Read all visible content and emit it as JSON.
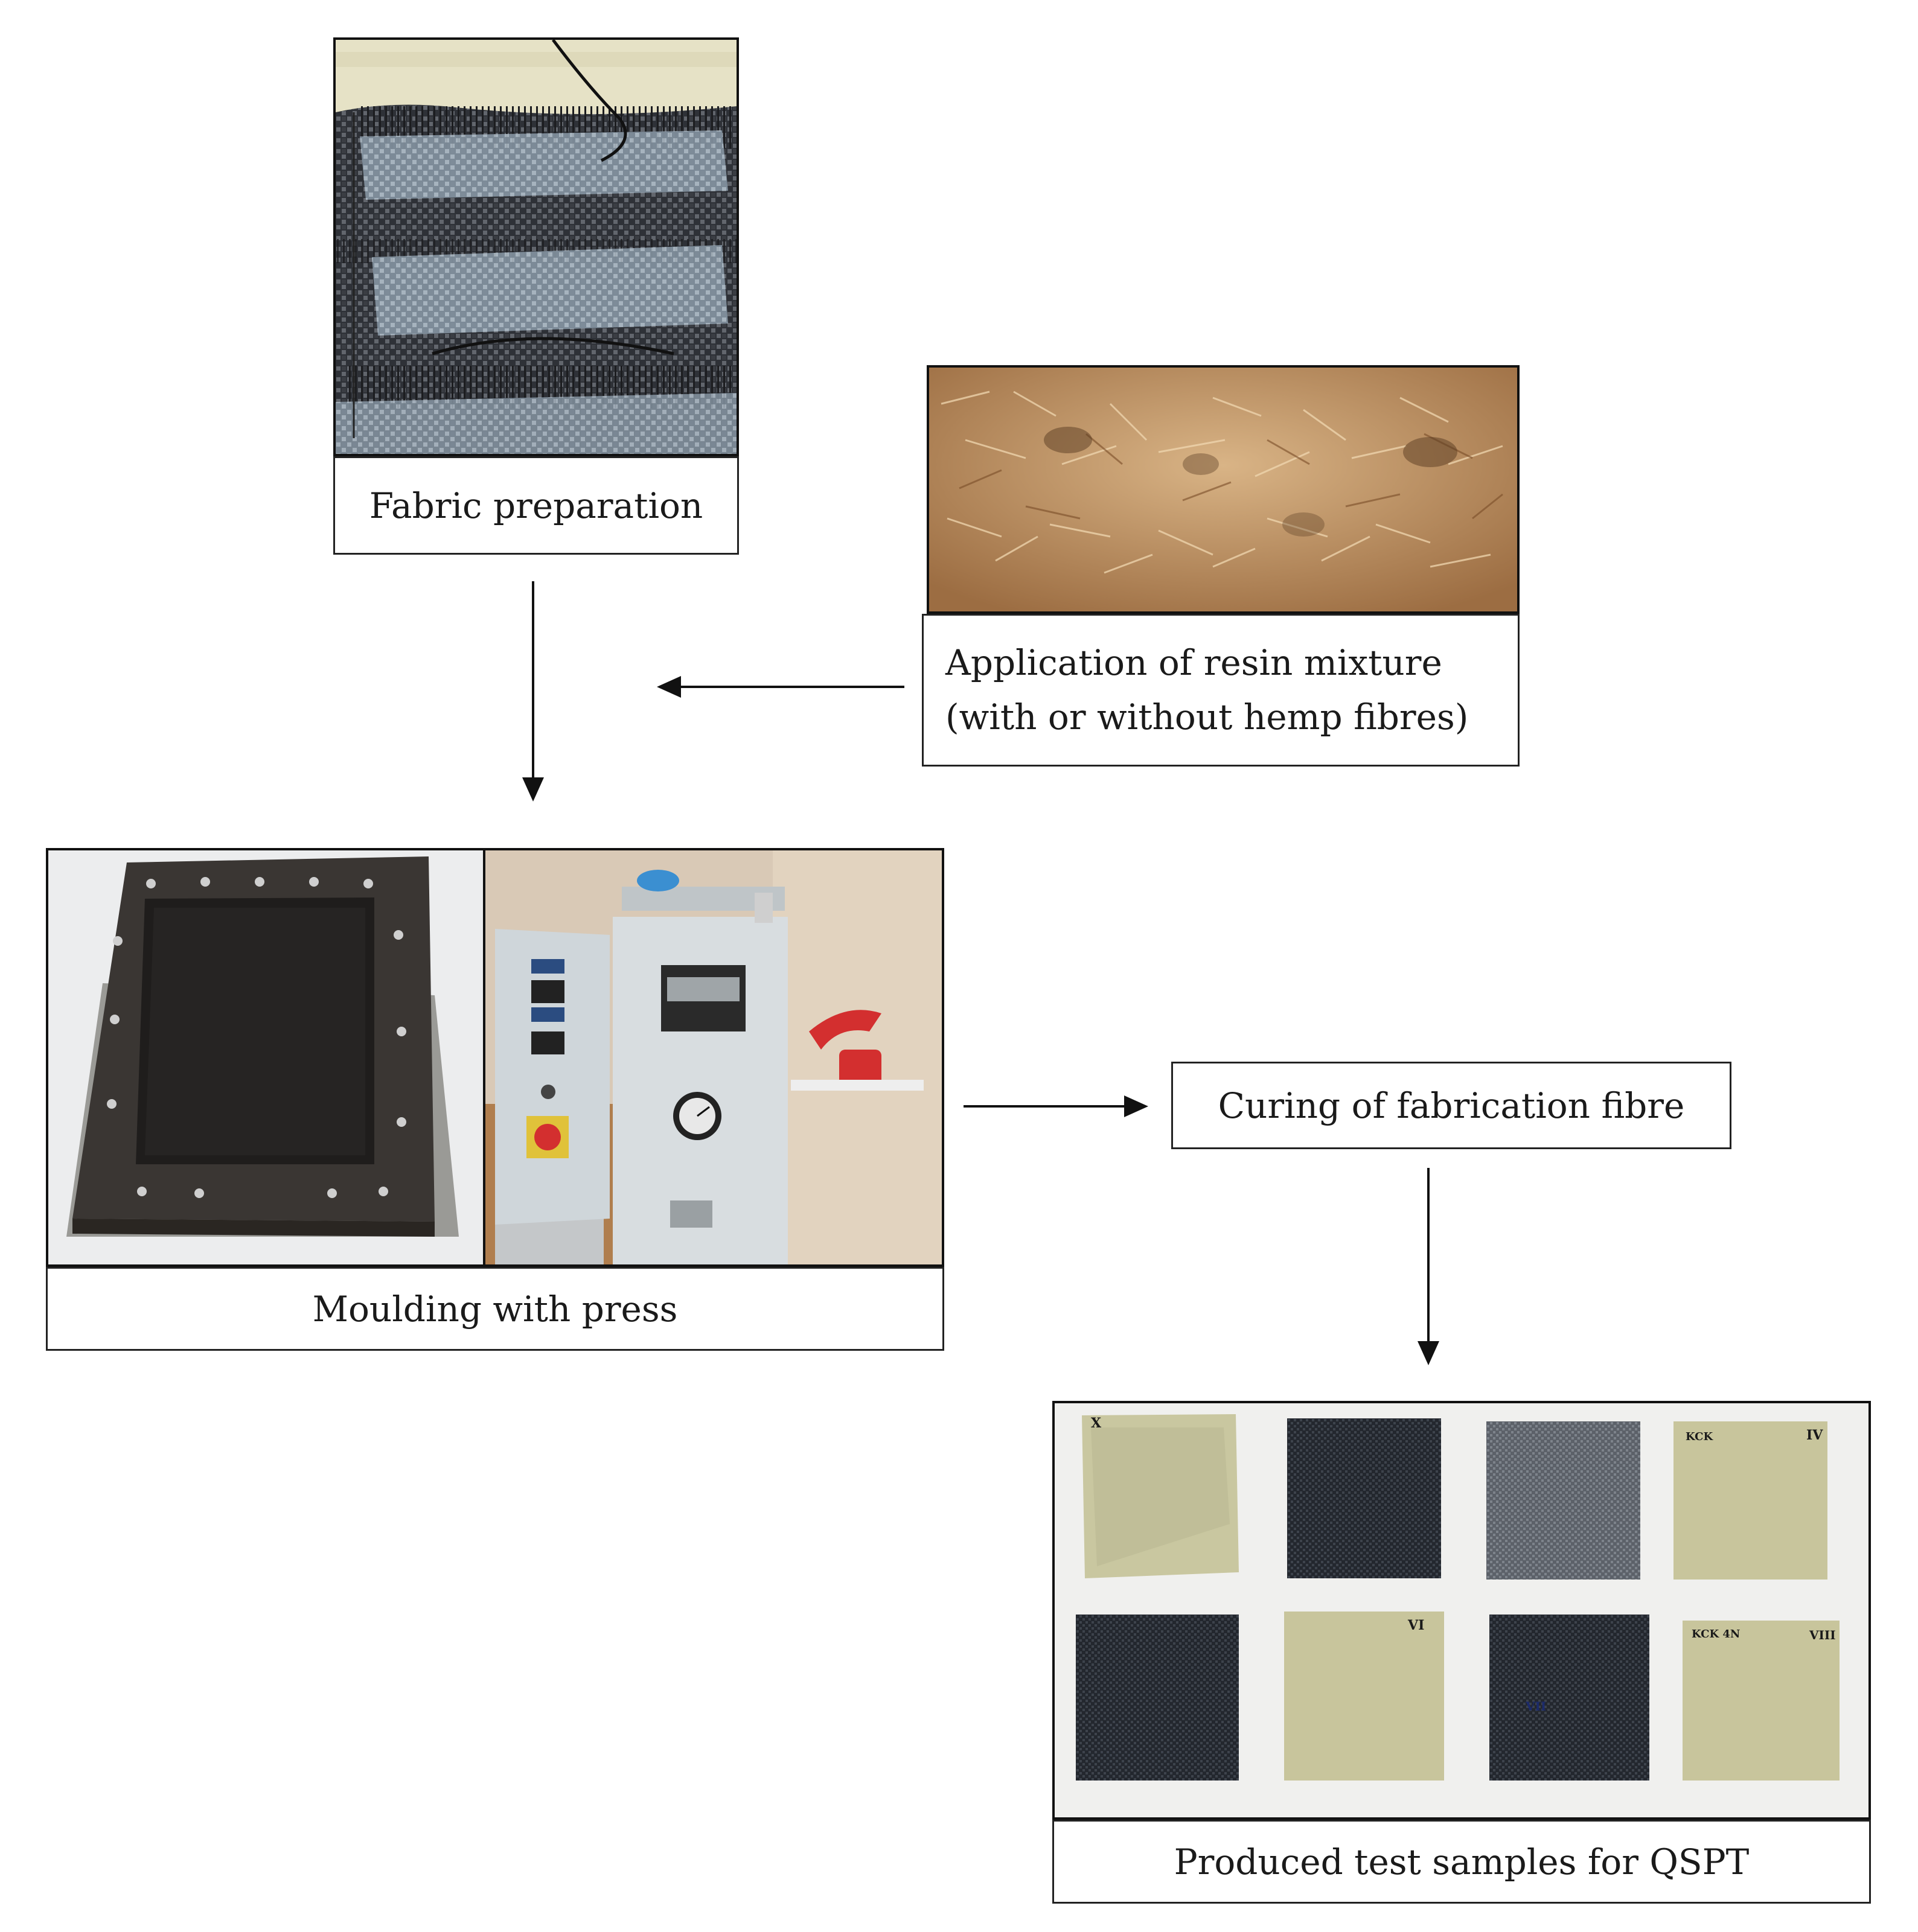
{
  "steps": {
    "fabric_preparation": "Fabric preparation",
    "resin_line1": "Application of resin mixture",
    "resin_line2": "(with or without hemp fibres)",
    "moulding": "Moulding with press",
    "curing": "Curing of fabrication fibre",
    "samples": "Produced test samples for QSPT"
  },
  "sample_marks": [
    "X",
    "IV",
    "KCK",
    "VI",
    "VII",
    "KCK 4N",
    "VIII"
  ],
  "colors": {
    "carbon": "#2b2f36",
    "aramid": "#c8c59c",
    "hemp": "#b98a5b",
    "press_body": "#d8dde0",
    "press_knob": "#d32f2f"
  }
}
